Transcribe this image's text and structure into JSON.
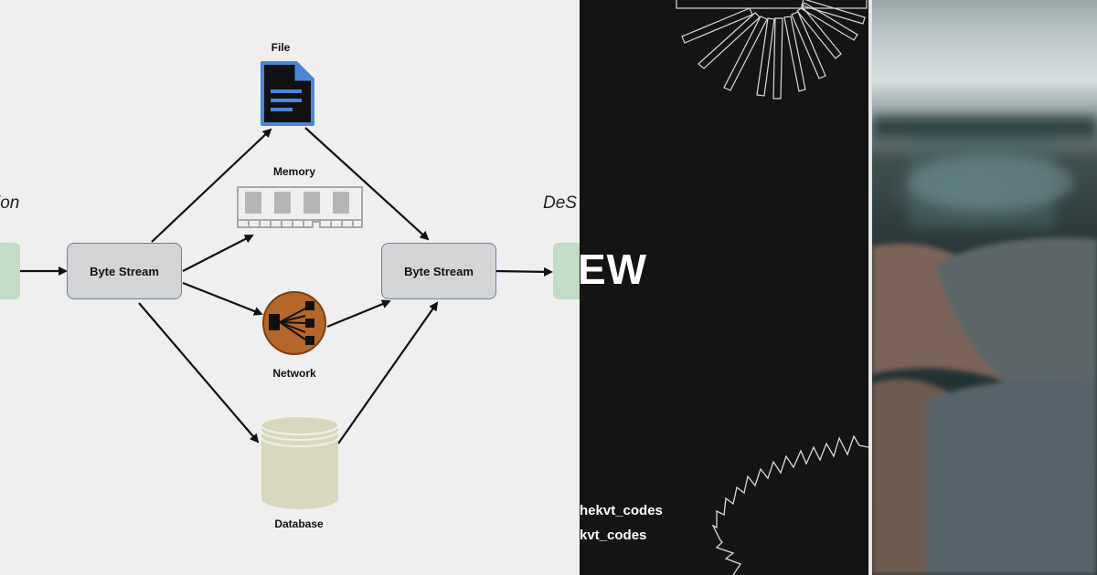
{
  "diagram": {
    "left_label": "ion",
    "right_label": "DeS",
    "nodes": {
      "byte_stream_left": "Byte Stream",
      "byte_stream_right": "Byte Stream"
    },
    "storage": {
      "file": "File",
      "memory": "Memory",
      "network": "Network",
      "database": "Database"
    },
    "colors": {
      "node_fill": "#d3d4d6",
      "node_border": "#6b7fa8",
      "endpoint_green": "#c2dcc6",
      "file_blue": "#4a86d8",
      "network_orange": "#b5662a",
      "database_beige": "#d8d8bf"
    }
  },
  "banner": {
    "title": "EW",
    "handle_1": "hekvt_codes",
    "handle_2": "kvt_codes"
  }
}
